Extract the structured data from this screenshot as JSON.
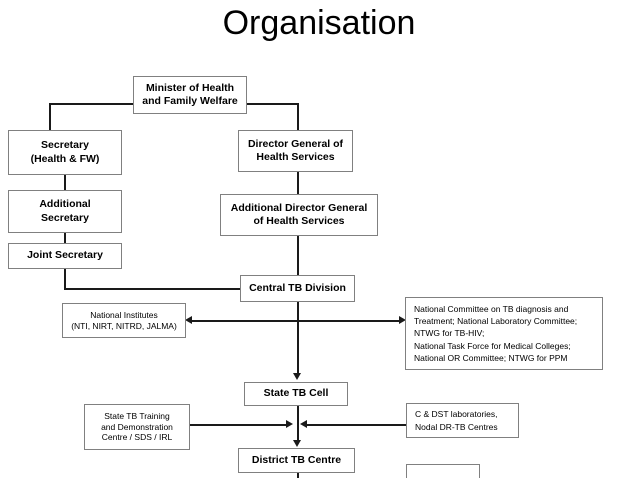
{
  "slide": {
    "title": "Organisation"
  },
  "chart_data": {
    "type": "diagram",
    "title": "Organisation",
    "diagram_kind": "organisational-hierarchy-flowchart",
    "nodes": [
      {
        "id": "minister",
        "label": "Minister of Health and Family Welfare",
        "lines": [
          "Minister of Health",
          "and Family Welfare"
        ],
        "style": "bold"
      },
      {
        "id": "secretary",
        "label": "Secretary (Health & FW)",
        "lines": [
          "Secretary",
          "(Health & FW)"
        ],
        "style": "bold"
      },
      {
        "id": "dghs",
        "label": "Director General of Health Services",
        "lines": [
          "Director General of",
          "Health Services"
        ],
        "style": "bold"
      },
      {
        "id": "addl-secretary",
        "label": "Additional Secretary",
        "lines": [
          "Additional",
          "Secretary"
        ],
        "style": "bold"
      },
      {
        "id": "addl-dghs",
        "label": "Additional Director General of Health Services",
        "lines": [
          "Additional Director General",
          "of Health Services"
        ],
        "style": "bold"
      },
      {
        "id": "joint-secretary",
        "label": "Joint Secretary",
        "lines": [
          "Joint Secretary"
        ],
        "style": "bold"
      },
      {
        "id": "central-tb",
        "label": "Central TB Division",
        "lines": [
          "Central TB Division"
        ],
        "style": "bold"
      },
      {
        "id": "natl-institutes",
        "label": "National Institutes (NTI, NIRT, NITRD, JALMA)",
        "lines": [
          "National Institutes",
          "(NTI, NIRT, NITRD, JALMA)"
        ],
        "style": "plain"
      },
      {
        "id": "natl-committees",
        "label": "National Committee on TB diagnosis and Treatment; National Laboratory Committee; NTWG for TB-HIV; National Task Force for Medical Colleges; National OR Committee; NTWG for PPM",
        "lines": [
          "National Committee on TB diagnosis and",
          "Treatment; National Laboratory Committee;",
          "NTWG for TB-HIV;",
          "National Task Force for Medical Colleges;",
          "National OR Committee; NTWG for PPM"
        ],
        "style": "plain-left"
      },
      {
        "id": "state-tb-cell",
        "label": "State TB Cell",
        "lines": [
          "State TB Cell"
        ],
        "style": "bold"
      },
      {
        "id": "state-training",
        "label": "State TB Training and Demonstration Centre / SDS / IRL",
        "lines": [
          "State TB Training",
          "and Demonstration",
          "Centre / SDS / IRL"
        ],
        "style": "plain"
      },
      {
        "id": "dst-labs",
        "label": "C & DST laboratories, Nodal DR-TB Centres",
        "lines": [
          "C & DST laboratories,",
          "Nodal DR-TB Centres"
        ],
        "style": "plain-left"
      },
      {
        "id": "district-tb",
        "label": "District TB Centre",
        "lines": [
          "District TB Centre"
        ],
        "style": "bold"
      },
      {
        "id": "cut-off-box",
        "label": "",
        "lines": [
          ""
        ],
        "style": "empty"
      }
    ],
    "edges": [
      {
        "from": "minister",
        "to": "secretary",
        "kind": "elbow",
        "arrow": "none"
      },
      {
        "from": "minister",
        "to": "dghs",
        "kind": "elbow",
        "arrow": "none"
      },
      {
        "from": "secretary",
        "to": "addl-secretary",
        "kind": "vertical",
        "arrow": "none"
      },
      {
        "from": "addl-secretary",
        "to": "joint-secretary",
        "kind": "vertical",
        "arrow": "none"
      },
      {
        "from": "dghs",
        "to": "addl-dghs",
        "kind": "vertical",
        "arrow": "none"
      },
      {
        "from": "addl-dghs",
        "to": "central-tb",
        "kind": "vertical",
        "arrow": "none"
      },
      {
        "from": "joint-secretary",
        "to": "central-tb",
        "kind": "elbow",
        "arrow": "none"
      },
      {
        "from": "central-tb",
        "to": "natl-institutes",
        "kind": "horizontal",
        "arrow": "left"
      },
      {
        "from": "central-tb",
        "to": "natl-committees",
        "kind": "horizontal",
        "arrow": "right"
      },
      {
        "from": "central-tb",
        "to": "state-tb-cell",
        "kind": "vertical",
        "arrow": "down"
      },
      {
        "from": "state-training",
        "to": "state-tb-cell",
        "kind": "horizontal",
        "arrow": "right"
      },
      {
        "from": "dst-labs",
        "to": "state-tb-cell",
        "kind": "horizontal",
        "arrow": "left"
      },
      {
        "from": "state-tb-cell",
        "to": "district-tb",
        "kind": "vertical",
        "arrow": "down"
      },
      {
        "from": "district-tb",
        "to": "cut-off-box",
        "kind": "vertical",
        "arrow": "down"
      }
    ],
    "colors": {
      "node_border": "#808080",
      "node_fill": "#ffffff",
      "connector": "#1a1a1a",
      "text": "#000000",
      "background": "#ffffff"
    }
  }
}
